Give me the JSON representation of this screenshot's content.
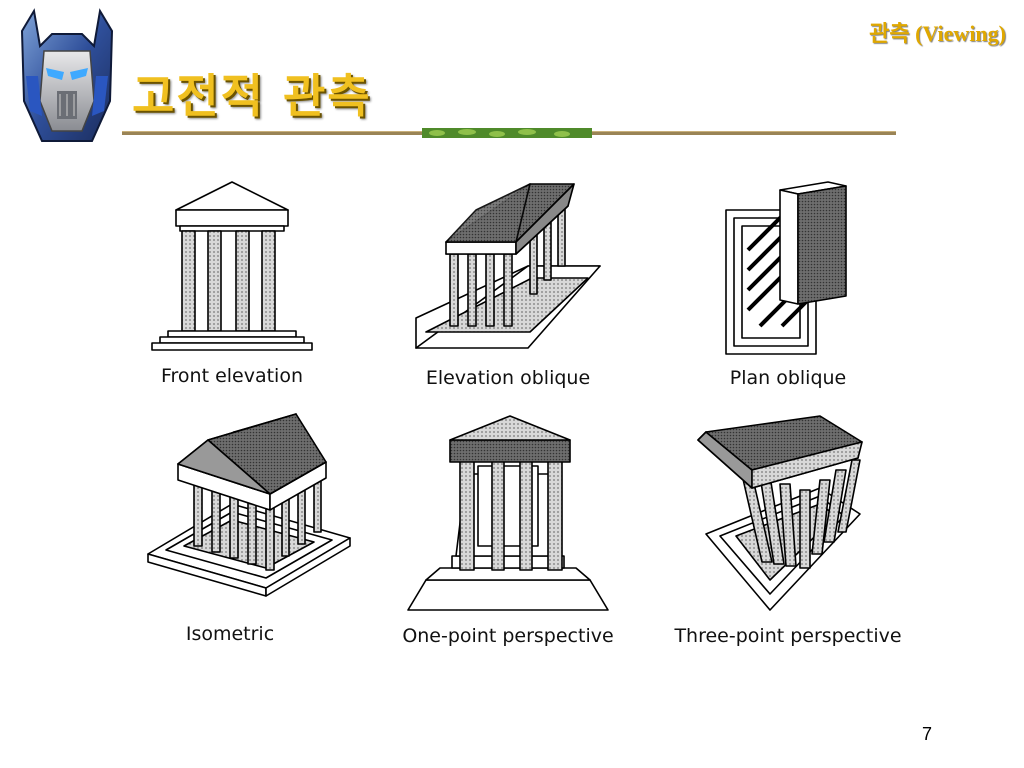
{
  "slide": {
    "title": "고전적 관측",
    "header_label": "관측 (Viewing)",
    "page_number": "7"
  },
  "views": [
    {
      "caption": "Front elevation"
    },
    {
      "caption": "Elevation oblique"
    },
    {
      "caption": "Plan oblique"
    },
    {
      "caption": "Isometric"
    },
    {
      "caption": "One-point perspective"
    },
    {
      "caption": "Three-point perspective"
    }
  ],
  "colors": {
    "title": "#f0c020",
    "header_label": "#e0a800",
    "divider_base": "#9a8456",
    "divider_leaf": "#4f8a2a"
  },
  "icons": [
    "robot-helmet-icon"
  ]
}
